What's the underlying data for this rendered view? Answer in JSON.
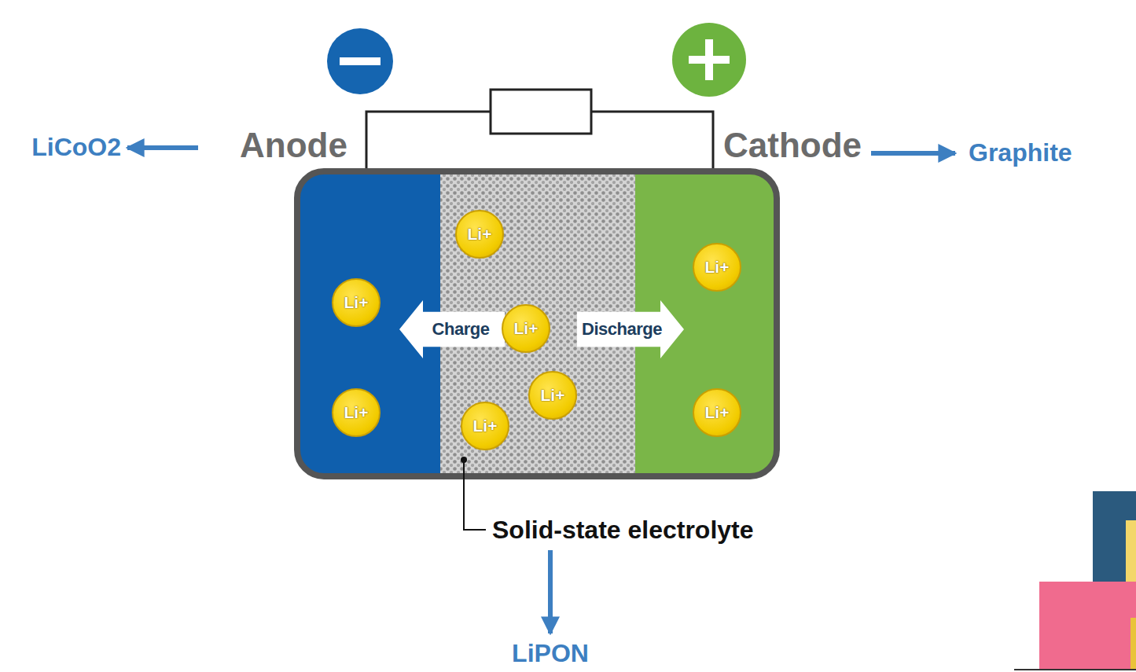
{
  "diagram": {
    "nodes": [
      {
        "text": [
          "Li+"
        ]
      },
      {
        "text": [
          "Li+"
        ]
      },
      {
        "text": [
          "Li+"
        ]
      },
      {
        "text": [
          "Charge"
        ]
      },
      {
        "text": [
          "Li+"
        ]
      },
      {
        "text": [
          "Discharge"
        ]
      },
      {
        "text": [
          "Li+"
        ]
      },
      {
        "text": [
          "Li+"
        ]
      },
      {
        "text": [
          "Li+"
        ]
      },
      {
        "text": [
          "Li+"
        ]
      }
    ],
    "labels": [
      "LiCoO2",
      "Anode",
      "Cathode",
      "Graphite",
      "Solid-state electrolyte",
      "LiPON"
    ]
  }
}
